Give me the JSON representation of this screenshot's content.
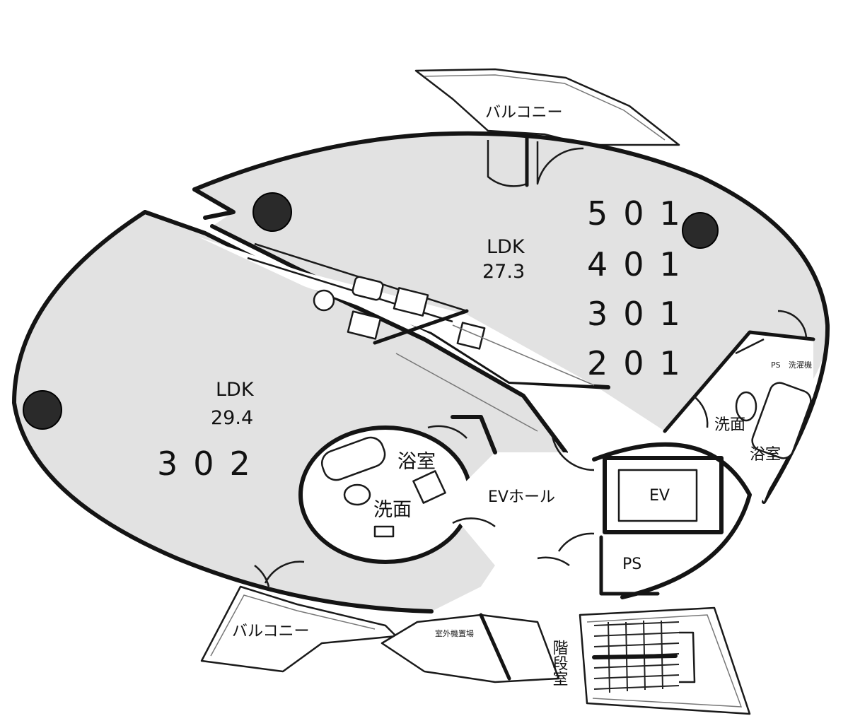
{
  "plan": {
    "balcony_north": "バルコニー",
    "balcony_south": "バルコニー",
    "unit_east": {
      "type": "LDK",
      "area": "27.3",
      "unit_numbers": [
        "501",
        "401",
        "301",
        "201"
      ]
    },
    "unit_west": {
      "type": "LDK",
      "area": "29.4",
      "unit_number": "302"
    },
    "rooms": {
      "bath_west": "浴室",
      "washroom_west": "洗面",
      "bath_east": "浴室",
      "washroom_east": "洗面",
      "ev_hall": "EVホール",
      "elevator": "EV",
      "storage": "PS",
      "shared_storage": "室外機置場",
      "stairs": "階段室",
      "small_1": "PS",
      "small_2": "洗濯機"
    }
  }
}
